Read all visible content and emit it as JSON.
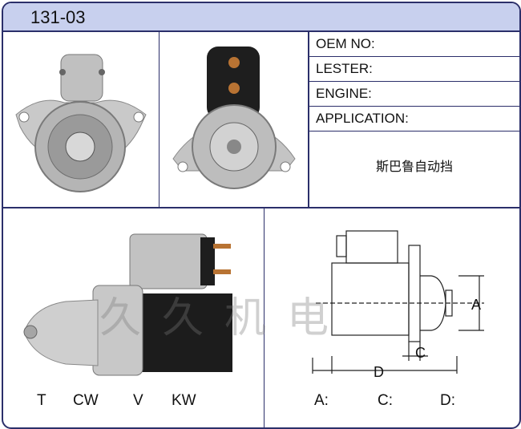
{
  "header": {
    "code": "131-03"
  },
  "specs": {
    "oem_label": "OEM NO:",
    "lester_label": "LESTER:",
    "engine_label": "ENGINE:",
    "application_label": "APPLICATION:",
    "application_note": "斯巴鲁自动挡"
  },
  "bottom_left": {
    "t": "T",
    "cw": "CW",
    "v": "V",
    "kw": "KW"
  },
  "bottom_right": {
    "a": "A:",
    "c": "C:",
    "d": "D:"
  },
  "diagram": {
    "label_a": "A",
    "label_c": "C",
    "label_d": "D"
  },
  "watermark": "久久机电",
  "colors": {
    "header_bg": "#c8d0ee",
    "border": "#2b2f6a"
  },
  "icons": [
    "starter-front-view",
    "starter-rear-view",
    "starter-side-view",
    "starter-technical-drawing"
  ]
}
